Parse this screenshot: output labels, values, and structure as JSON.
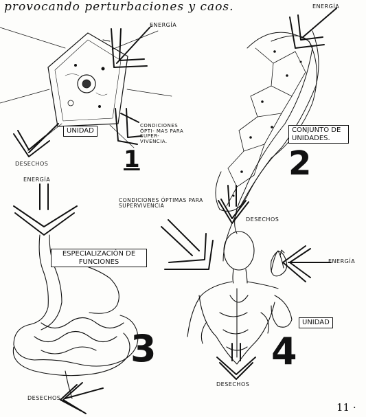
{
  "header": {
    "text": "provocando perturbaciones y caos."
  },
  "panel1": {
    "energy": "ENERGÍA",
    "unit": "UNIDAD",
    "conditions": "CONDICIONES ÓPTI- MAS PARA SUPER- VIVENCIA.",
    "waste": "DESECHOS",
    "number": "1"
  },
  "panel2": {
    "energy": "ENERGÍA",
    "set": "CONJUNTO DE UNIDADES.",
    "waste": "DESECHOS",
    "number": "2"
  },
  "panel3": {
    "energy": "ENERGÍA",
    "specialization": "ESPECIALIZACIÓN DE FUNCIONES",
    "waste": "DESECHOS",
    "number": "3"
  },
  "panel4": {
    "conditions": "CONDICIONES ÓPTIMAS PARA SUPERVIVENCIA",
    "energy": "ENERGÍA",
    "unit": "UNIDAD",
    "waste": "DESECHOS",
    "number": "4"
  },
  "footer": {
    "page_number": "11 ·"
  }
}
